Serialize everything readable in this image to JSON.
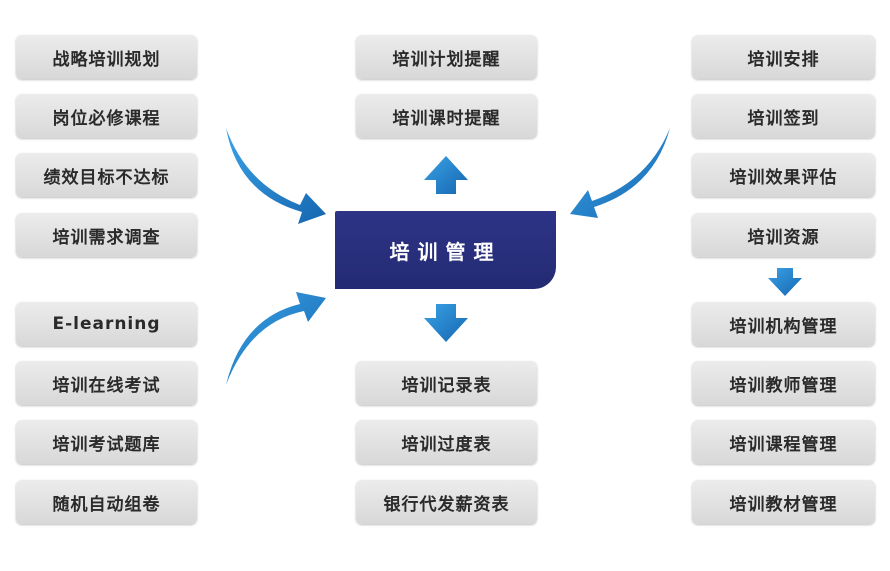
{
  "center_label": "培训管理",
  "left_group_top": [
    "战略培训规划",
    "岗位必修课程",
    "绩效目标不达标",
    "培训需求调查"
  ],
  "left_group_bottom": [
    "E-learning",
    "培训在线考试",
    "培训考试题库",
    "随机自动组卷"
  ],
  "middle_top": [
    "培训计划提醒",
    "培训课时提醒"
  ],
  "middle_bottom": [
    "培训记录表",
    "培训过度表",
    "银行代发薪资表"
  ],
  "right_group_top": [
    "培训安排",
    "培训签到",
    "培训效果评估",
    "培训资源"
  ],
  "right_group_bottom": [
    "培训机构管理",
    "培训教师管理",
    "培训课程管理",
    "培训教材管理"
  ],
  "colors": {
    "center_fill": "#262c78",
    "arrow_blue": "#1a7fc8",
    "box_fill": "#e3e3e3"
  }
}
